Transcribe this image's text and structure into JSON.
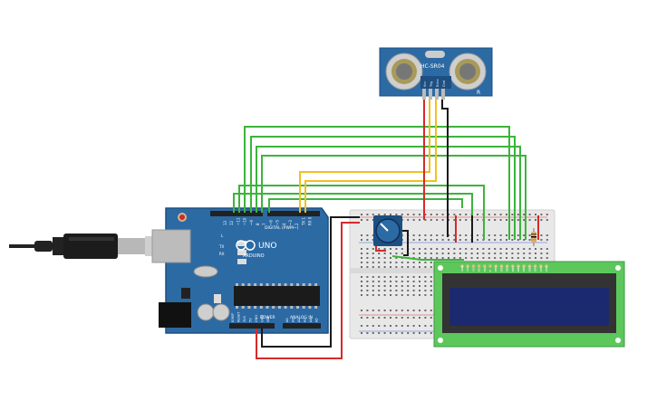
{
  "sensor": {
    "model": "HC-SR04",
    "corner_letter": "R",
    "pins": [
      "Vcc",
      "Trig",
      "Echo",
      "Gnd"
    ]
  },
  "arduino": {
    "brand": "ARDUINO",
    "model": "UNO",
    "digital_header": "DIGITAL (PWM~)",
    "power_header": "POWER",
    "analog_header": "ANALOG IN",
    "tx": "TX",
    "rx": "RX",
    "l": "L",
    "digital_pins": [
      "13",
      "12",
      "~11",
      "~10",
      "~9",
      "8",
      "7",
      "~6",
      "~5",
      "4",
      "~3",
      "2",
      "TX 1",
      "RX 0"
    ],
    "analog_pins": [
      "A0",
      "A1",
      "A2",
      "A3",
      "A4",
      "A5"
    ],
    "power_pins": [
      "IOREF",
      "RESET",
      "3V3",
      "5V",
      "GND",
      "GND",
      "VIN"
    ]
  },
  "colors": {
    "board_blue": "#2c6aa4",
    "board_dark": "#1e4f82",
    "wire_green": "#3cb43c",
    "wire_red": "#d62a2a",
    "wire_black": "#1a1a1a",
    "wire_yellow": "#f0c020",
    "lcd_green": "#5cc85c",
    "lcd_screen": "#1b2a6e",
    "breadboard": "#e8e8e8"
  },
  "lcd": {
    "pin_labels": [
      "GND",
      "VCC",
      "V0",
      "RS",
      "RW",
      "E",
      "DB0",
      "DB1",
      "DB2",
      "DB3",
      "DB4",
      "DB5",
      "DB6",
      "DB7",
      "LED",
      "LED"
    ]
  },
  "icons": [
    "usb-cable-icon",
    "potentiometer-icon",
    "resistor-icon"
  ]
}
